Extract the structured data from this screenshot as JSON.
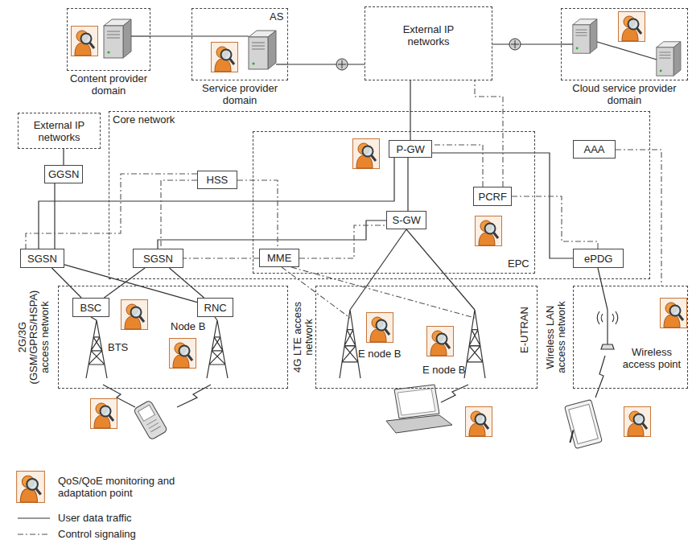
{
  "diagram": {
    "nodes": [
      {
        "text": [
          "Content provider domain"
        ]
      },
      {
        "text": [
          "AS",
          "Service provider domain"
        ]
      },
      {
        "text": [
          "External IP networks"
        ]
      },
      {
        "text": [
          "Cloud service provider domain"
        ]
      },
      {
        "text": [
          "Core network"
        ]
      },
      {
        "text": [
          "External IP networks"
        ]
      },
      {
        "text": [
          "GGSN"
        ]
      },
      {
        "text": [
          "EPC"
        ],
        "in": 4
      },
      {
        "text": [
          "P-GW"
        ],
        "in": 7
      },
      {
        "text": [
          "AAA"
        ],
        "in": 4
      },
      {
        "text": [
          "HSS"
        ],
        "in": 4
      },
      {
        "text": [
          "PCRF"
        ],
        "in": 7
      },
      {
        "text": [
          "S-GW"
        ],
        "in": 7
      },
      {
        "text": [
          "SGSN"
        ]
      },
      {
        "text": [
          "SGSN"
        ],
        "in": 4
      },
      {
        "text": [
          "MME"
        ],
        "in": 7
      },
      {
        "text": [
          "ePDG"
        ],
        "in": 4
      },
      {
        "text": [
          "2G/3G (GSM/GPRS/HSPA) access network"
        ]
      },
      {
        "text": [
          "BSC"
        ],
        "in": 17
      },
      {
        "text": [
          "RNC"
        ],
        "in": 17
      },
      {
        "text": [
          "4G LTE access network"
        ]
      },
      {
        "text": [
          "Wireless LAN access network"
        ]
      }
    ],
    "edges": [
      {
        "from": 0,
        "to": 1,
        "arrow": "none"
      },
      {
        "from": 1,
        "to": 2,
        "arrow": "none"
      },
      {
        "from": 2,
        "to": 3,
        "arrow": "none"
      },
      {
        "from": 2,
        "to": 8,
        "arrow": "none"
      },
      {
        "from": 8,
        "to": 12,
        "arrow": "none"
      },
      {
        "from": 8,
        "to": 16,
        "arrow": "none"
      },
      {
        "from": 8,
        "to": 13,
        "arrow": "none"
      },
      {
        "from": 12,
        "to": 14,
        "arrow": "none"
      },
      {
        "from": 5,
        "to": 6,
        "arrow": "none"
      },
      {
        "from": 6,
        "to": 13,
        "arrow": "none"
      },
      {
        "from": 13,
        "to": 18,
        "arrow": "none"
      },
      {
        "from": 13,
        "to": 19,
        "arrow": "none"
      },
      {
        "from": 14,
        "to": 18,
        "arrow": "none"
      },
      {
        "from": 14,
        "to": 19,
        "arrow": "none"
      },
      {
        "from": 10,
        "to": 15,
        "arrow": "none"
      },
      {
        "from": 10,
        "to": 14,
        "arrow": "none"
      },
      {
        "from": 10,
        "to": 13,
        "arrow": "none"
      },
      {
        "from": 11,
        "to": 8,
        "arrow": "none"
      },
      {
        "from": 11,
        "to": 2,
        "arrow": "none"
      },
      {
        "from": 11,
        "to": 16,
        "arrow": "none"
      },
      {
        "from": 9,
        "to": 21,
        "arrow": "none"
      },
      {
        "from": 15,
        "to": 12,
        "arrow": "none"
      },
      {
        "from": 15,
        "to": 14,
        "arrow": "none"
      }
    ],
    "labels": [
      "BTS",
      "Node B",
      "E node B",
      "E node B",
      "E-UTRAN",
      "Wireless access point"
    ],
    "legend": [
      {
        "text": "QoS/QoE monitoring and adaptation point"
      },
      {
        "text": "User data traffic"
      },
      {
        "text": "Control signaling"
      }
    ]
  }
}
